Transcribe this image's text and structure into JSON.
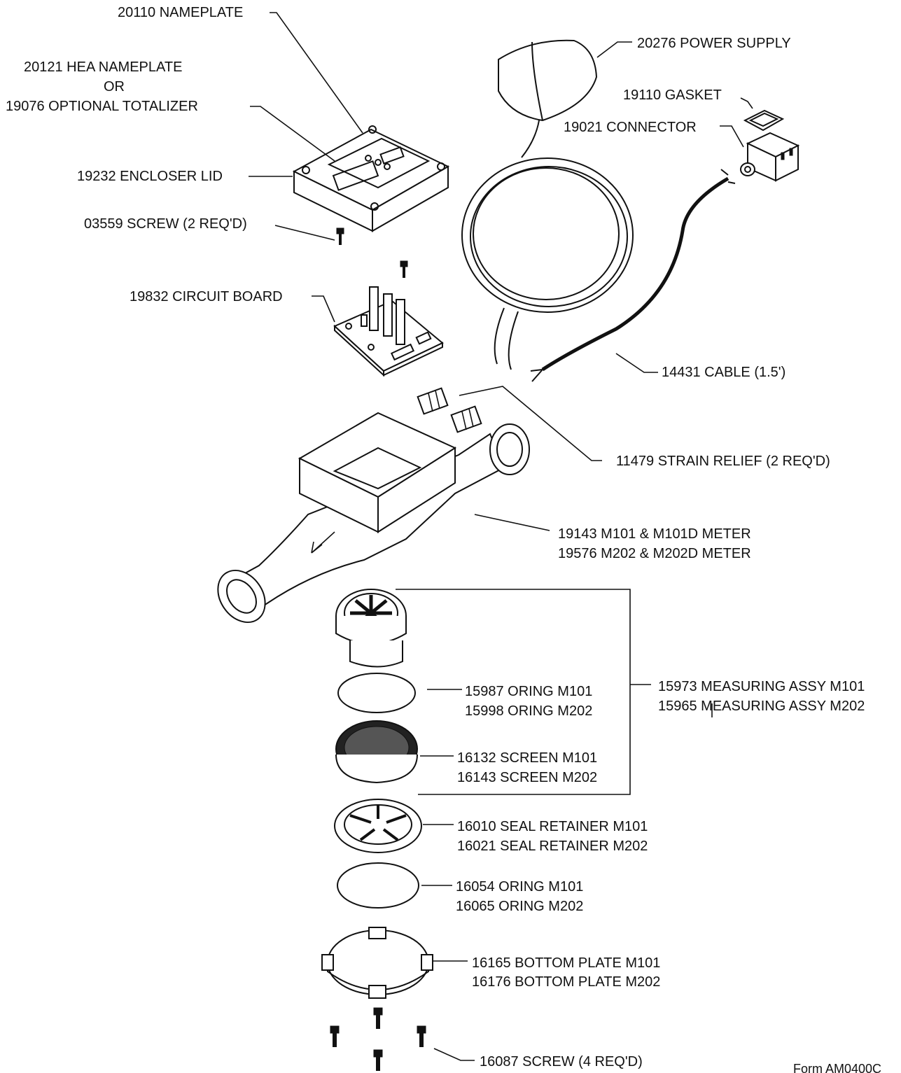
{
  "labels": {
    "nameplate": "20110 NAMEPLATE",
    "hea_nameplate": "20121 HEA NAMEPLATE",
    "or": "OR",
    "optional_totalizer": "19076 OPTIONAL TOTALIZER",
    "enclosure_lid": "19232 ENCLOSER LID",
    "screw_2": "03559 SCREW (2 REQ'D)",
    "circuit_board": "19832  CIRCUIT BOARD",
    "power_supply": "20276 POWER SUPPLY",
    "gasket": "19110 GASKET",
    "connector": "19021 CONNECTOR",
    "cable": "14431 CABLE (1.5')",
    "strain_relief": "11479 STRAIN RELIEF (2 REQ'D)",
    "meter_1": "19143 M101 & M101D METER",
    "meter_2": "19576 M202 & M202D METER",
    "measuring_assy_1": "15973 MEASURING ASSY M101",
    "measuring_assy_2": "15965 MEASURING ASSY M202",
    "oring_a1": "15987 ORING M101",
    "oring_a2": "15998 ORING M202",
    "screen_1": "16132 SCREEN M101",
    "screen_2": "16143 SCREEN M202",
    "seal_retainer_1": "16010 SEAL RETAINER M101",
    "seal_retainer_2": "16021 SEAL RETAINER M202",
    "oring_b1": "16054 ORING M101",
    "oring_b2": "16065 ORING M202",
    "bottom_plate_1": "16165 BOTTOM PLATE M101",
    "bottom_plate_2": "16176 BOTTOM PLATE M202",
    "screw_4": "16087 SCREW (4 REQ'D)",
    "form_number": "Form AM0400C"
  }
}
